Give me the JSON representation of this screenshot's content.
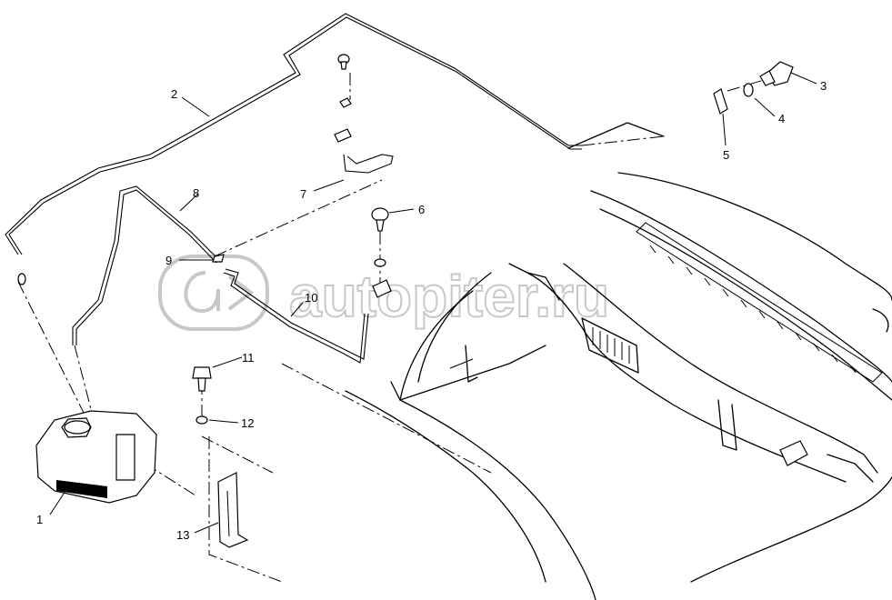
{
  "callouts": {
    "c1": "1",
    "c2": "2",
    "c3": "3",
    "c4": "4",
    "c5": "5",
    "c6": "6",
    "c7": "7",
    "c8": "8",
    "c9": "9",
    "c10": "10",
    "c11": "11",
    "c12": "12",
    "c13": "13"
  },
  "watermark": {
    "text": "autopiter.ru"
  }
}
